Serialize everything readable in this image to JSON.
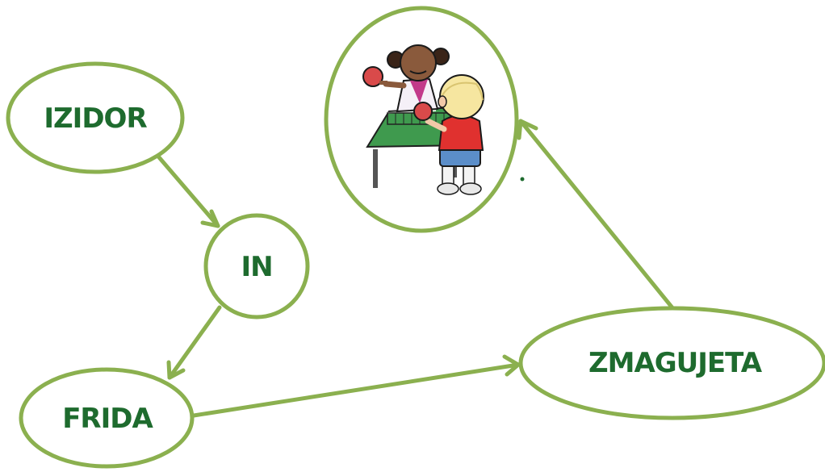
{
  "colors": {
    "stroke": "#8BB04F",
    "text": "#1E6B2E",
    "table_top": "#3F9A4E",
    "table_leg": "#555555"
  },
  "nodes": {
    "izidor": {
      "label": "IZIDOR"
    },
    "in": {
      "label": "IN"
    },
    "frida": {
      "label": "FRIDA"
    },
    "zmagujeta": {
      "label": "ZMAGUJETA"
    },
    "picture": {
      "icon": "kids-playing-table-tennis-illustration"
    }
  },
  "edges": [
    {
      "from": "izidor",
      "to": "in"
    },
    {
      "from": "in",
      "to": "frida"
    },
    {
      "from": "frida",
      "to": "zmagujeta"
    },
    {
      "from": "zmagujeta",
      "to": "picture"
    }
  ]
}
